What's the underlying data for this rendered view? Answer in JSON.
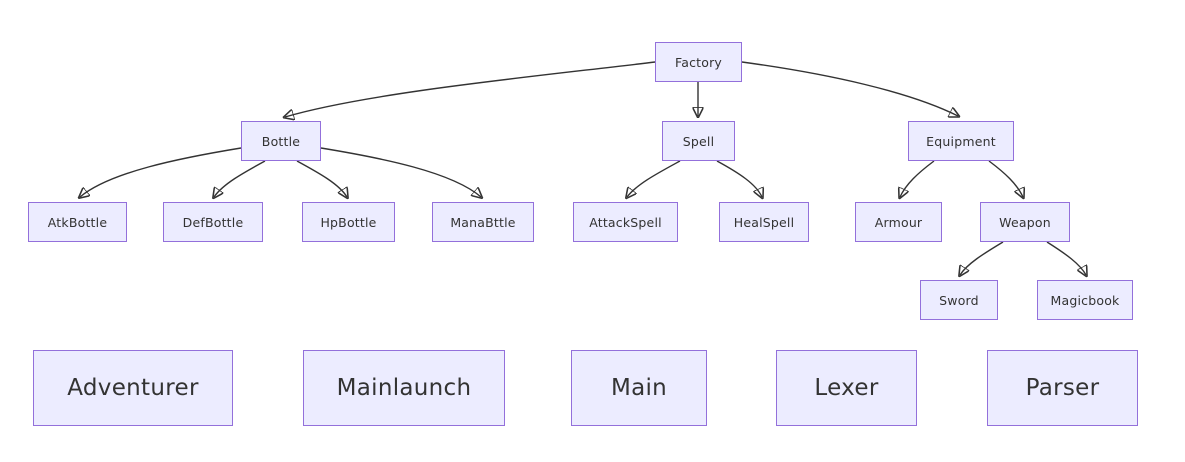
{
  "diagram": {
    "type": "flowchart-tree",
    "background": "#ffffff",
    "colors": {
      "node_fill": "#ECECFF",
      "node_border": "#9370DB",
      "edge_stroke": "#333333",
      "text": "#333333"
    },
    "nodes": {
      "factory": {
        "label": "Factory"
      },
      "bottle": {
        "label": "Bottle"
      },
      "spell": {
        "label": "Spell"
      },
      "equipment": {
        "label": "Equipment"
      },
      "atkbottle": {
        "label": "AtkBottle"
      },
      "defbottle": {
        "label": "DefBottle"
      },
      "hpbottle": {
        "label": "HpBottle"
      },
      "manabttle": {
        "label": "ManaBttle"
      },
      "attackspell": {
        "label": "AttackSpell"
      },
      "healspell": {
        "label": "HealSpell"
      },
      "armour": {
        "label": "Armour"
      },
      "weapon": {
        "label": "Weapon"
      },
      "sword": {
        "label": "Sword"
      },
      "magicbook": {
        "label": "Magicbook"
      }
    },
    "edges": [
      {
        "from": "Factory",
        "to": "Bottle"
      },
      {
        "from": "Factory",
        "to": "Spell"
      },
      {
        "from": "Factory",
        "to": "Equipment"
      },
      {
        "from": "Bottle",
        "to": "AtkBottle"
      },
      {
        "from": "Bottle",
        "to": "DefBottle"
      },
      {
        "from": "Bottle",
        "to": "HpBottle"
      },
      {
        "from": "Bottle",
        "to": "ManaBttle"
      },
      {
        "from": "Spell",
        "to": "AttackSpell"
      },
      {
        "from": "Spell",
        "to": "HealSpell"
      },
      {
        "from": "Equipment",
        "to": "Armour"
      },
      {
        "from": "Equipment",
        "to": "Weapon"
      },
      {
        "from": "Weapon",
        "to": "Sword"
      },
      {
        "from": "Weapon",
        "to": "Magicbook"
      }
    ],
    "standalone_boxes": [
      {
        "label": "Adventurer"
      },
      {
        "label": "Mainlaunch"
      },
      {
        "label": "Main"
      },
      {
        "label": "Lexer"
      },
      {
        "label": "Parser"
      }
    ]
  }
}
